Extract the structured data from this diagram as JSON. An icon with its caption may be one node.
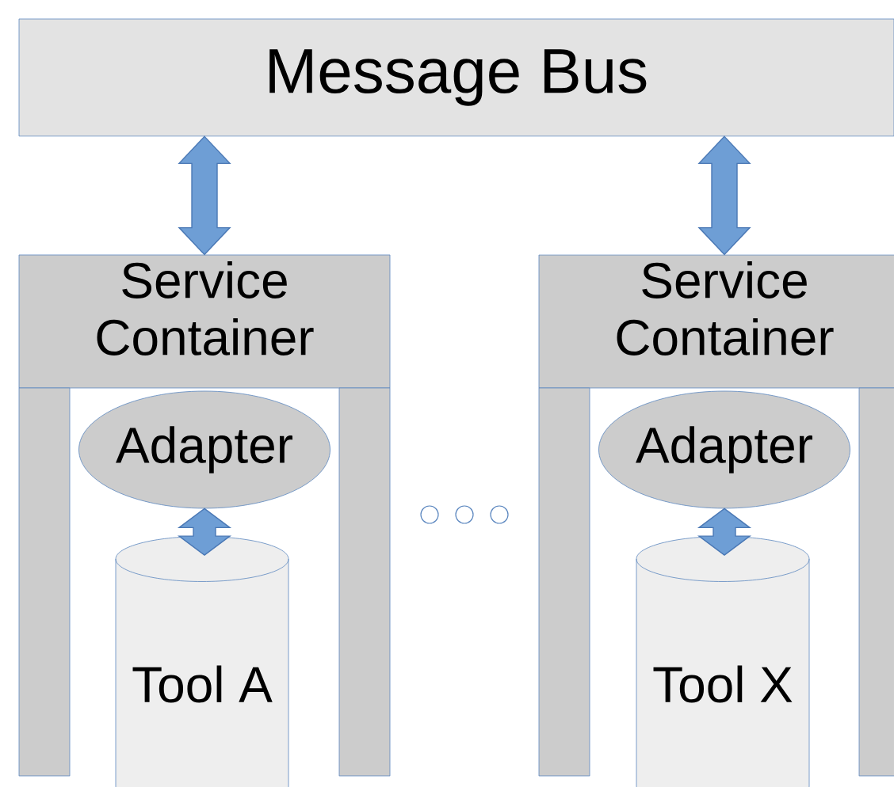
{
  "diagram": {
    "nodes": [
      {
        "text": [
          "Message Bus"
        ]
      },
      {
        "text": [
          "Service Container"
        ]
      },
      {
        "text": [
          "Adapter"
        ],
        "in": 1
      },
      {
        "text": [
          "Tool A"
        ],
        "in": 1
      },
      {
        "text": [
          "Service Container"
        ]
      },
      {
        "text": [
          "Adapter"
        ],
        "in": 4
      },
      {
        "text": [
          "Tool X"
        ],
        "in": 4
      }
    ],
    "edges": [
      {
        "from": 0,
        "to": 1,
        "arrow": "both"
      },
      {
        "from": 2,
        "to": 3,
        "arrow": "both"
      },
      {
        "from": 0,
        "to": 4,
        "arrow": "both"
      },
      {
        "from": 5,
        "to": 6,
        "arrow": "both"
      }
    ]
  }
}
